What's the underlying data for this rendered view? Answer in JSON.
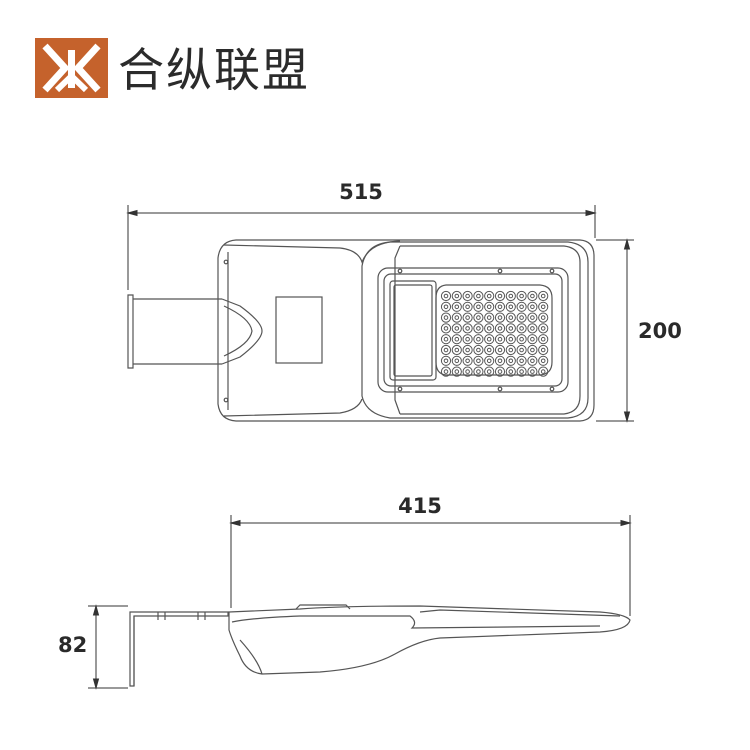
{
  "brand": {
    "name": "合纵联盟",
    "logo_icon": "hz-monogram-icon",
    "logo_color": "#c5622c"
  },
  "top_view": {
    "width_label": "515",
    "height_label": "200"
  },
  "side_view": {
    "length_label": "415",
    "height_label": "82"
  },
  "colors": {
    "line": "#555555",
    "dimension": "#333333"
  }
}
